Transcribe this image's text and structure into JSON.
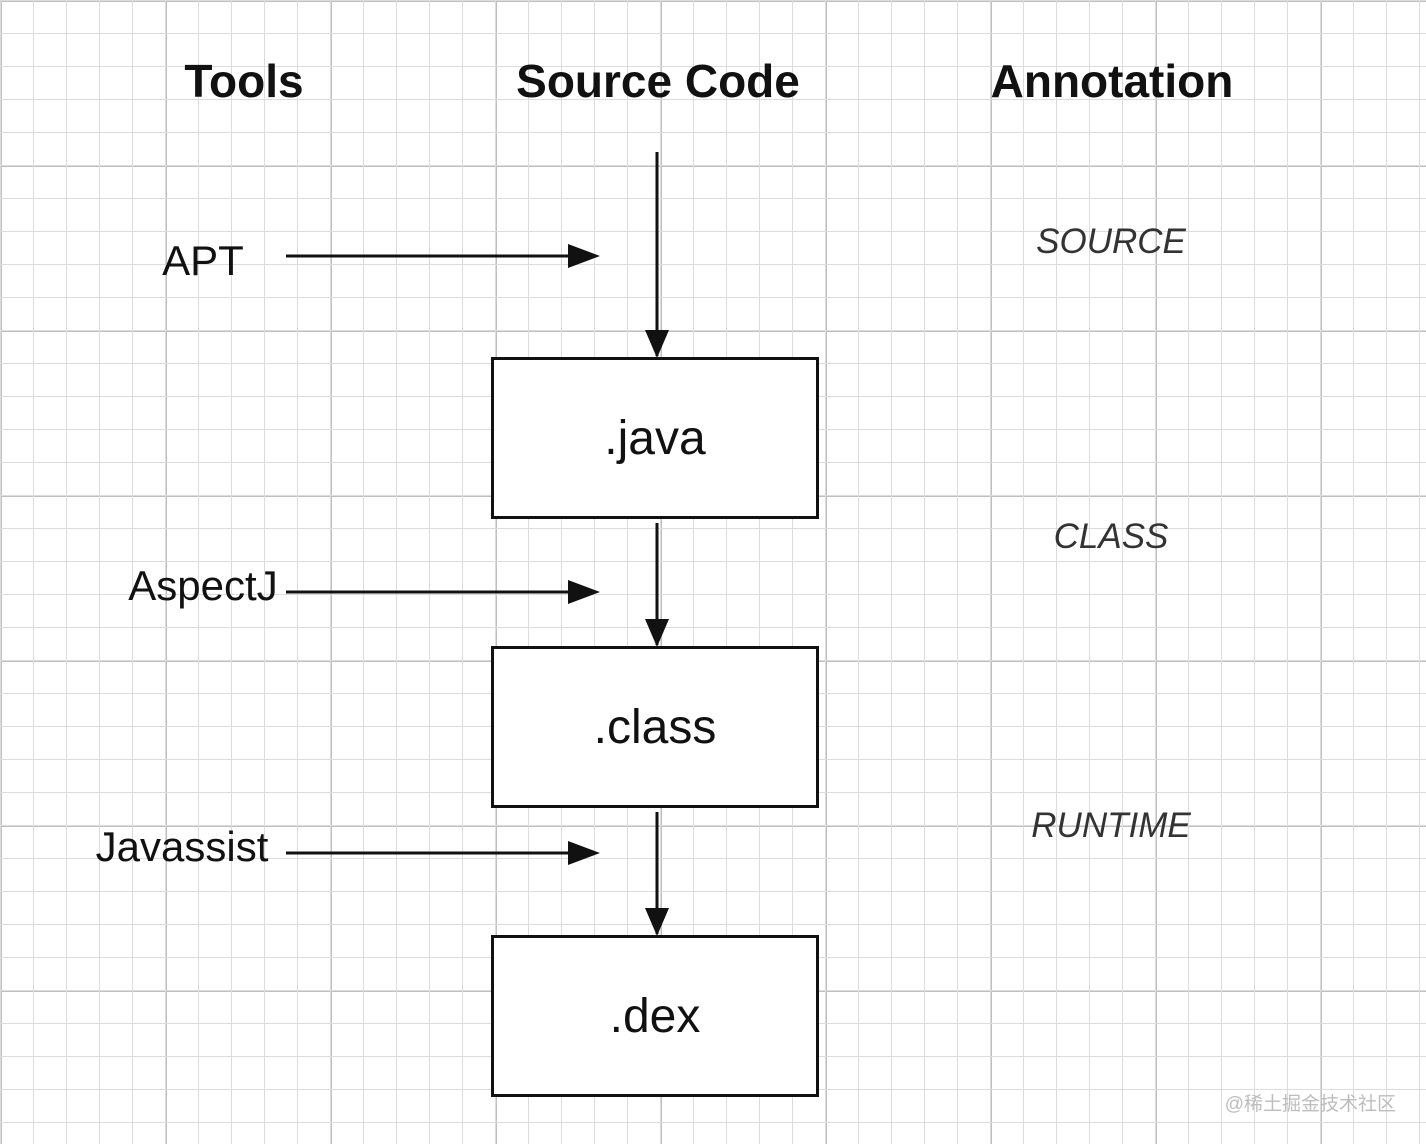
{
  "headers": {
    "tools": "Tools",
    "source_code": "Source Code",
    "annotation": "Annotation"
  },
  "tools": [
    "APT",
    "AspectJ",
    "Javassist"
  ],
  "stages": [
    ".java",
    ".class",
    ".dex"
  ],
  "annotations": [
    "SOURCE",
    "CLASS",
    "RUNTIME"
  ],
  "watermark": "@稀土掘金技术社区",
  "colors": {
    "line": "#111111",
    "grid_minor": "#dcdcdc",
    "grid_major": "#bfbfbf",
    "background": "#ffffff",
    "annotation_text": "#333333",
    "watermark": "#bdbdbd"
  }
}
